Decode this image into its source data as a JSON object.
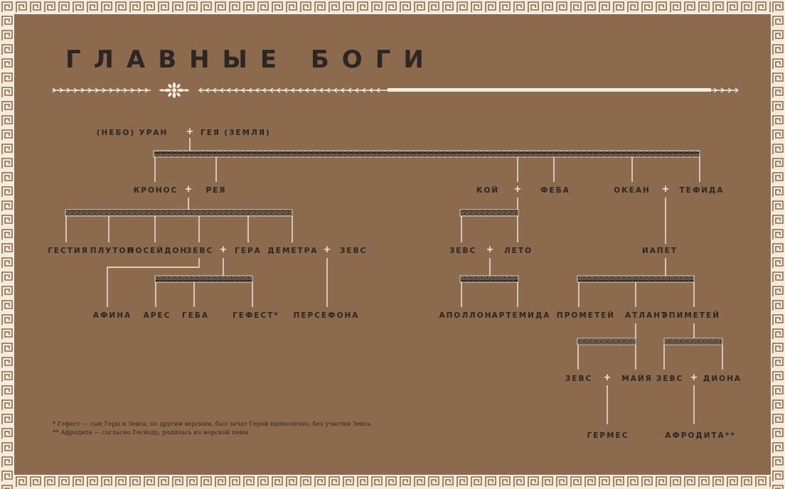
{
  "title": "ГЛАВНЫЕ БОГИ",
  "colors": {
    "background": "#8b6a4e",
    "ink": "#2e2622",
    "lines": "#f4ebdd"
  },
  "nodes": {
    "nebo": "(НЕБО)",
    "uran": "УРАН",
    "geya": "ГЕЯ",
    "zemlya": "(ЗЕМЛЯ)",
    "kronos": "КРОНОС",
    "reya": "РЕЯ",
    "koy": "КОЙ",
    "feba": "ФЕБА",
    "okean": "ОКЕАН",
    "tefida": "ТЕФИДА",
    "gestiya": "ГЕСТИЯ",
    "pluton": "ПЛУТОН",
    "poseydon": "ПОСЕЙДОН",
    "zevs1": "ЗЕВС",
    "gera": "ГЕРА",
    "demetra": "ДЕМЕТРА",
    "zevs2": "ЗЕВС",
    "zevs3": "ЗЕВС",
    "leto": "ЛЕТО",
    "iapet": "ИАПЕТ",
    "afina": "АФИНА",
    "ares": "АРЕС",
    "geba": "ГЕБА",
    "gefest": "ГЕФЕСТ*",
    "persefona": "ПЕРСЕФОНА",
    "apollon": "АПОЛЛОН",
    "artemida": "АРТЕМИДА",
    "prometey": "ПРОМЕТЕЙ",
    "atlant": "АТЛАНТ",
    "epimetey": "ЭПИМЕТЕЙ",
    "zevs4": "ЗЕВС",
    "mayya": "МАЙЯ",
    "zevs5": "ЗЕВС",
    "diona": "ДИОНА",
    "germes": "ГЕРМЕС",
    "afrodita": "АФРОДИТА**"
  },
  "plus_sign": "+",
  "footnotes": [
    "* Гефест — сын Геры и Зевса; по другим версиям, был зачат Герой единолично, без участия Зевса.",
    "** Афродита — согласно Гесиоду, родилась из морской пены."
  ]
}
